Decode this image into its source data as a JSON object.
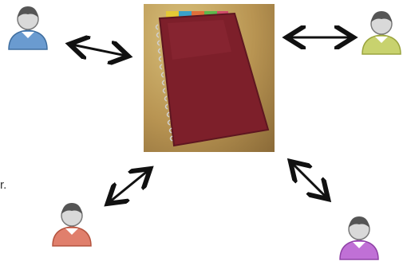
{
  "diagram": {
    "center_image": "red-spiral-notebook",
    "users": [
      {
        "id": "top-left",
        "icon": "user-icon",
        "color": "#6a9bd0"
      },
      {
        "id": "top-right",
        "icon": "user-icon",
        "color": "#c8d26e"
      },
      {
        "id": "bottom-left",
        "icon": "user-icon",
        "color": "#e07f6c"
      },
      {
        "id": "bottom-right",
        "icon": "user-icon",
        "color": "#c070d6"
      }
    ],
    "stray_text": "r."
  }
}
